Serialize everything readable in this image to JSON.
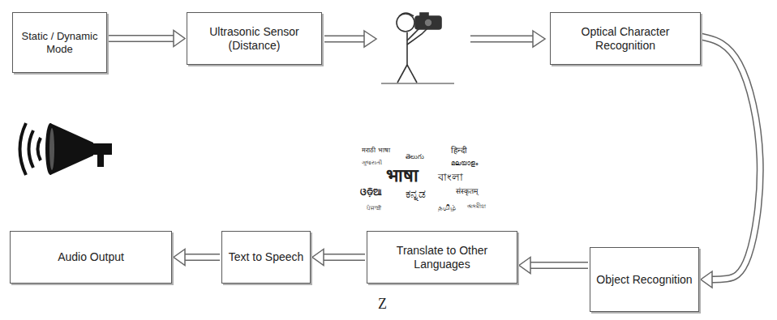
{
  "diagram": {
    "nodes": [
      {
        "text": [
          "Static / Dynamic Mode"
        ]
      },
      {
        "text": [
          "Ultrasonic Sensor (Distance)"
        ]
      },
      {
        "text": [
          "Optical Character Recognition"
        ]
      },
      {
        "text": [
          "Object Recognition"
        ]
      },
      {
        "text": [
          "Translate to Other Languages"
        ]
      },
      {
        "text": [
          "Text to Speech"
        ]
      },
      {
        "text": [
          "Audio Output"
        ]
      }
    ],
    "edges": [
      {
        "from": 0,
        "to": 1,
        "arrow": "to"
      },
      {
        "from": 2,
        "to": 3,
        "arrow": "to"
      },
      {
        "from": 3,
        "to": 4,
        "arrow": "to"
      },
      {
        "from": 4,
        "to": 5,
        "arrow": "to"
      },
      {
        "from": 5,
        "to": 6,
        "arrow": "to"
      }
    ],
    "labels": [
      "मराठी भाषा",
      "हिन्दी",
      "ગુજરાતી",
      "తెలుగు",
      "भाषा",
      "বাংলা",
      "മലയാളം",
      "ଓଡ଼ିଆ",
      "ಕನ್ನಡ",
      "संस्कृतम्",
      "ਪੰਜਾਬੀ",
      "தமிழ்",
      "অসমীয়া",
      "Z"
    ]
  }
}
